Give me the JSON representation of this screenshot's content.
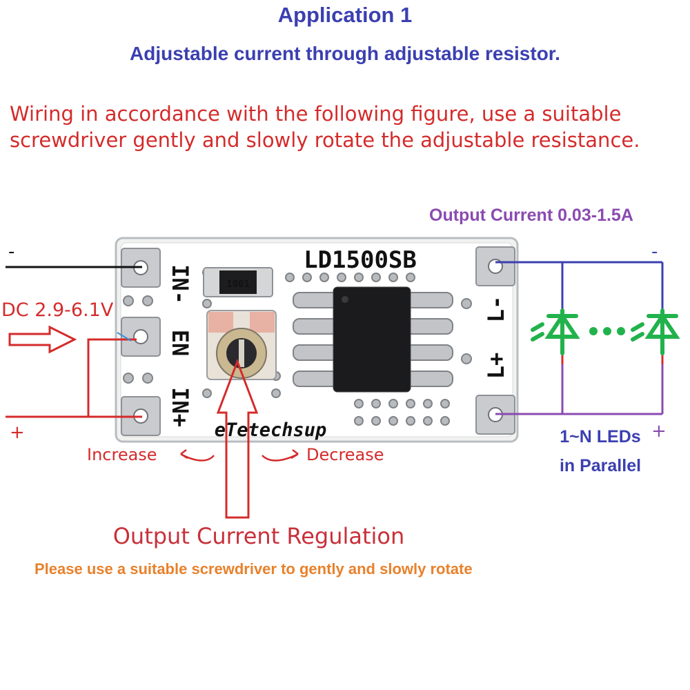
{
  "title": "Application 1",
  "subtitle": "Adjustable current through adjustable resistor.",
  "instruction": "Wiring in accordance with the following figure, use a suitable screwdriver gently and slowly rotate the adjustable resistance.",
  "input": {
    "minus_sign": "-",
    "plus_sign": "+",
    "voltage_label": "DC 2.9-6.1V"
  },
  "output": {
    "current_label": "Output Current 0.03-1.5A",
    "minus_sign": "-",
    "plus_sign": "+",
    "leds_line1": "1~N LEDs",
    "leds_line2": "in Parallel"
  },
  "board": {
    "chip_label": "LD1500SB",
    "brand": "eTetechsup",
    "resistor_code": "1001",
    "pin_in_minus": "IN-",
    "pin_en": "EN",
    "pin_in_plus": "IN+",
    "pin_l_minus": "L-",
    "pin_l_plus": "L+"
  },
  "adjust": {
    "increase_label": "Increase",
    "decrease_label": "Decrease",
    "regulation_label": "Output Current Regulation",
    "note": "Please use a suitable screwdriver to gently and slowly rotate"
  },
  "colors": {
    "title": "#3b3fb0",
    "instruction": "#d42b2b",
    "output_current": "#8a4bb0",
    "led": "#22b24c",
    "note": "#e8812c"
  }
}
